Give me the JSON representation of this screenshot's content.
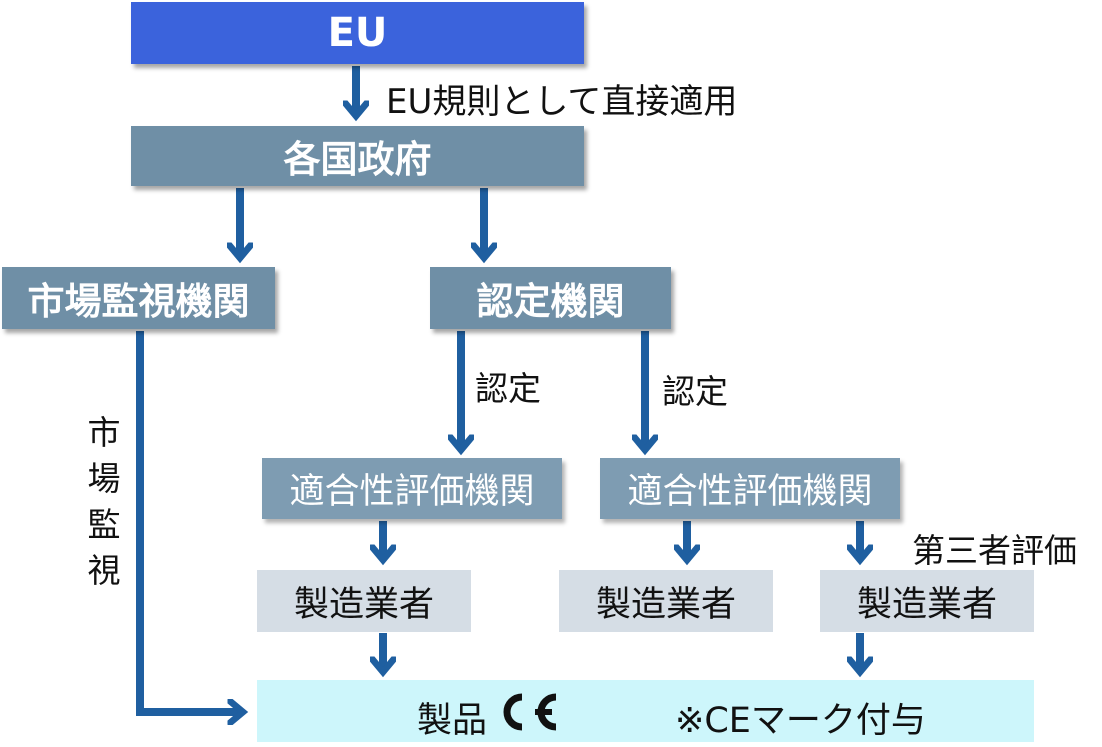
{
  "nodes": {
    "eu": "EU",
    "gov": "各国政府",
    "market_authority": "市場監視機関",
    "accreditation_body": "認定機関",
    "cab_left": "適合性評価機関",
    "cab_right": "適合性評価機関",
    "mfr_1": "製造業者",
    "mfr_2": "製造業者",
    "mfr_3": "製造業者",
    "product": "製品",
    "ce_note": "※CEマーク付与"
  },
  "edge_labels": {
    "eu_to_gov": "EU規則として直接適用",
    "accredit_left": "認定",
    "accredit_right": "認定",
    "third_party": "第三者評価",
    "market_surveillance": [
      "市",
      "場",
      "監",
      "視"
    ]
  },
  "colors": {
    "eu": "#3b63dc",
    "gov": "#6f8fa6",
    "cab": "#7e9cb2",
    "manufacturer": "#d5dde5",
    "product": "#cdf6fb",
    "arrow": "#1f5fa0"
  }
}
